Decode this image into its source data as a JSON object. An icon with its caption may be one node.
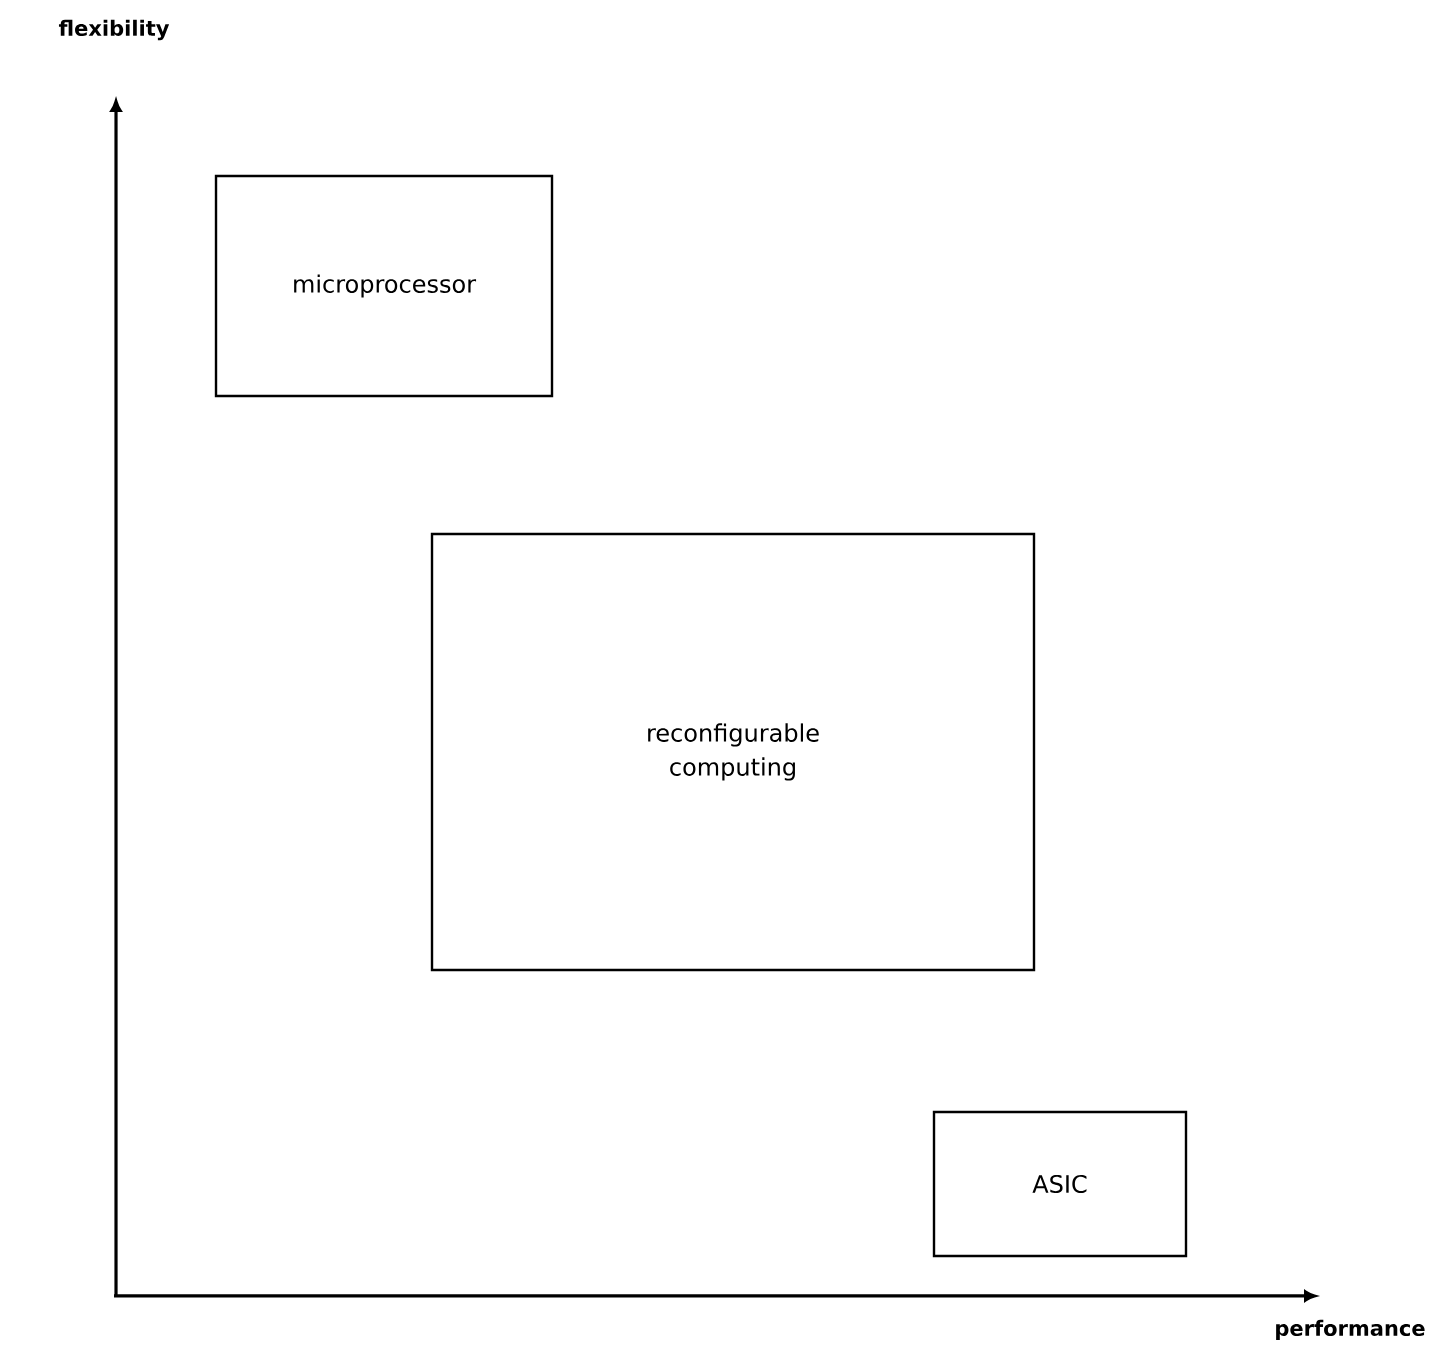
{
  "diagram": {
    "nodes": [
      {
        "text": [
          "microprocessor"
        ]
      },
      {
        "text": [
          "reconfigurable computing"
        ]
      },
      {
        "text": [
          "ASIC"
        ]
      }
    ],
    "labels": [
      "flexibility",
      "performance"
    ]
  }
}
